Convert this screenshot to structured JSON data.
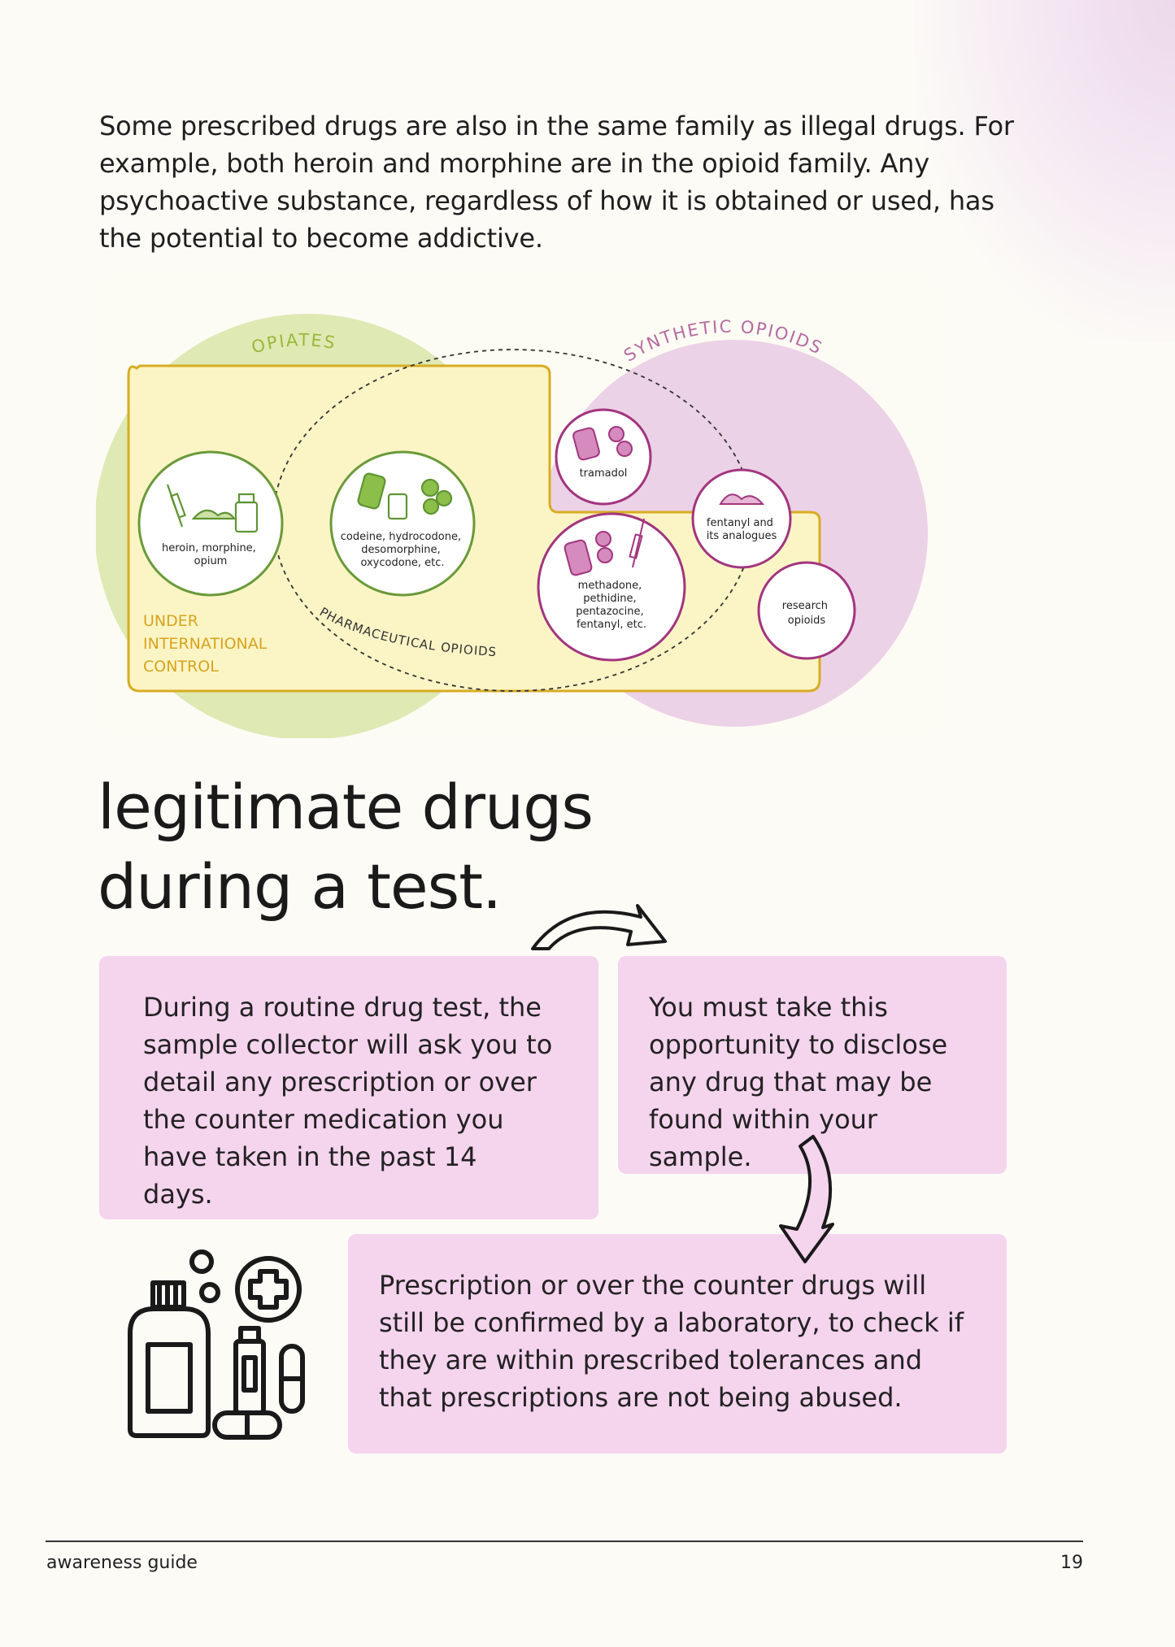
{
  "intro_text": "Some prescribed drugs are also in the same family as illegal drugs. For example, both heroin and morphine are in the opioid family. Any psychoactive substance, regardless of how it is obtained or used, has the potential to become addictive.",
  "diagram": {
    "opiates_label": "OPIATES",
    "synthetic_label": "SYNTHETIC OPIOIDS",
    "pharma_label": "PHARMACEUTICAL OPIOIDS",
    "control_lines": [
      "UNDER",
      "INTERNATIONAL",
      "CONTROL"
    ],
    "heroin_lines": [
      "heroin, morphine,",
      "opium"
    ],
    "codeine_lines": [
      "codeine, hydrocodone,",
      "desomorphine,",
      "oxycodone, etc."
    ],
    "tramadol_label": "tramadol",
    "methadone_lines": [
      "methadone,",
      "pethidine,",
      "pentazocine,",
      "fentanyl, etc."
    ],
    "fentanyl_lines": [
      "fentanyl and",
      "its analogues"
    ],
    "research_lines": [
      "research",
      "opioids"
    ],
    "colors": {
      "opiates_green": "#dfe9b4",
      "synthetic_purple": "#ecd2e6",
      "control_yellow": "#fbf5c6",
      "green_ring": "#6a9a3a",
      "purple_ring": "#a2357f"
    }
  },
  "heading_lines": [
    "legitimate drugs",
    "during a test."
  ],
  "cards": {
    "routine_test": "During a routine drug test, the sample collector will ask you to detail any prescription or over the counter medication you have taken in the past 14 days.",
    "disclose": "You must take this opportunity to disclose any drug that may be found within your sample.",
    "laboratory": "Prescription or over the counter drugs will still be confirmed by a laboratory, to check if they are within prescribed tolerances and that prescriptions are not being abused."
  },
  "icons": {
    "meds": "medicine-bottle-pills-icon",
    "arrow1": "curved-arrow-right-icon",
    "arrow2": "curved-arrow-down-icon"
  },
  "footer": {
    "guide_name": "awareness guide",
    "page_number": "19"
  }
}
